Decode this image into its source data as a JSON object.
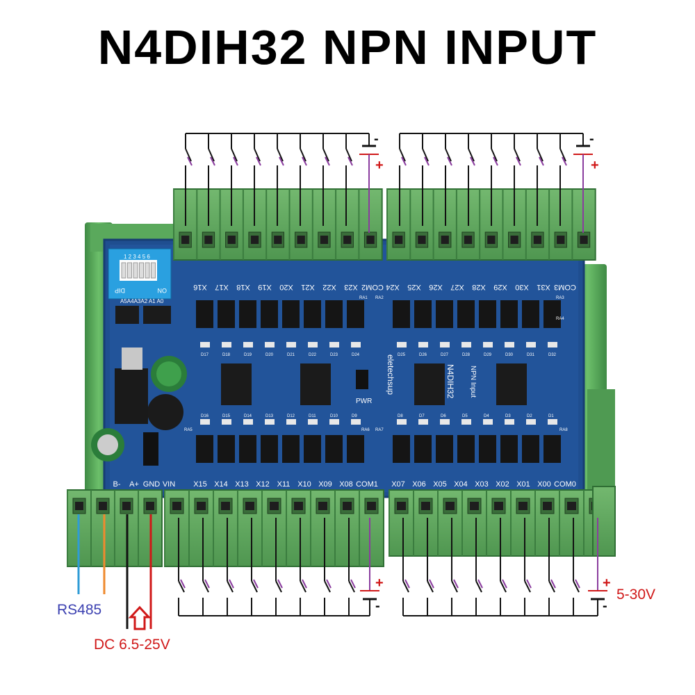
{
  "title": "N4DIH32 NPN INPUT",
  "board": {
    "model": "N4DIH32",
    "subtitle": "NPN Input",
    "brand": "eletechsup",
    "pwr": "PWR",
    "dip_label": "DIP",
    "dip_on": "ON",
    "dip_numbers": "1 2 3 4 5 6",
    "addr_labels": "A5A4A3A2 A1 A0",
    "top_labels": [
      "X16",
      "X17",
      "X18",
      "X19",
      "X20",
      "X21",
      "X22",
      "X23",
      "COM2",
      "X24",
      "X25",
      "X26",
      "X27",
      "X28",
      "X29",
      "X30",
      "X31",
      "COM3"
    ],
    "bottom_labels": [
      "B-",
      "A+",
      "GND",
      "VIN",
      "X15",
      "X14",
      "X13",
      "X12",
      "X11",
      "X10",
      "X09",
      "X08",
      "COM1",
      "X07",
      "X06",
      "X05",
      "X04",
      "X03",
      "X02",
      "X01",
      "X00",
      "COM0"
    ],
    "led_top": [
      "D17",
      "D18",
      "D19",
      "D20",
      "D21",
      "D22",
      "D23",
      "D24",
      "D25",
      "D26",
      "D27",
      "D28",
      "D29",
      "D30",
      "D31",
      "D32"
    ],
    "led_bottom": [
      "D16",
      "D15",
      "D14",
      "D13",
      "D12",
      "D11",
      "D10",
      "D9",
      "D8",
      "D7",
      "D6",
      "D5",
      "D4",
      "D3",
      "D2",
      "D1"
    ],
    "ra_labels": [
      "RA1",
      "RA2",
      "RA3",
      "RA4",
      "RA5",
      "RA6",
      "RA7",
      "RA8"
    ]
  },
  "wiring": {
    "rs485_label": "RS485",
    "dc_label": "DC 6.5-25V",
    "input_voltage_label": "5-30V",
    "plus": "+",
    "minus": "-"
  },
  "colors": {
    "pcb": "#1f4e90",
    "terminal": "#5fa75c",
    "rail": "#4c9a52",
    "wire_purple": "#8a3c9e",
    "rs485_blue": "#2f9bd6",
    "rs485_orange": "#ef8a2e",
    "dc_red": "#d01818",
    "label_blue": "#3a3fb0"
  }
}
